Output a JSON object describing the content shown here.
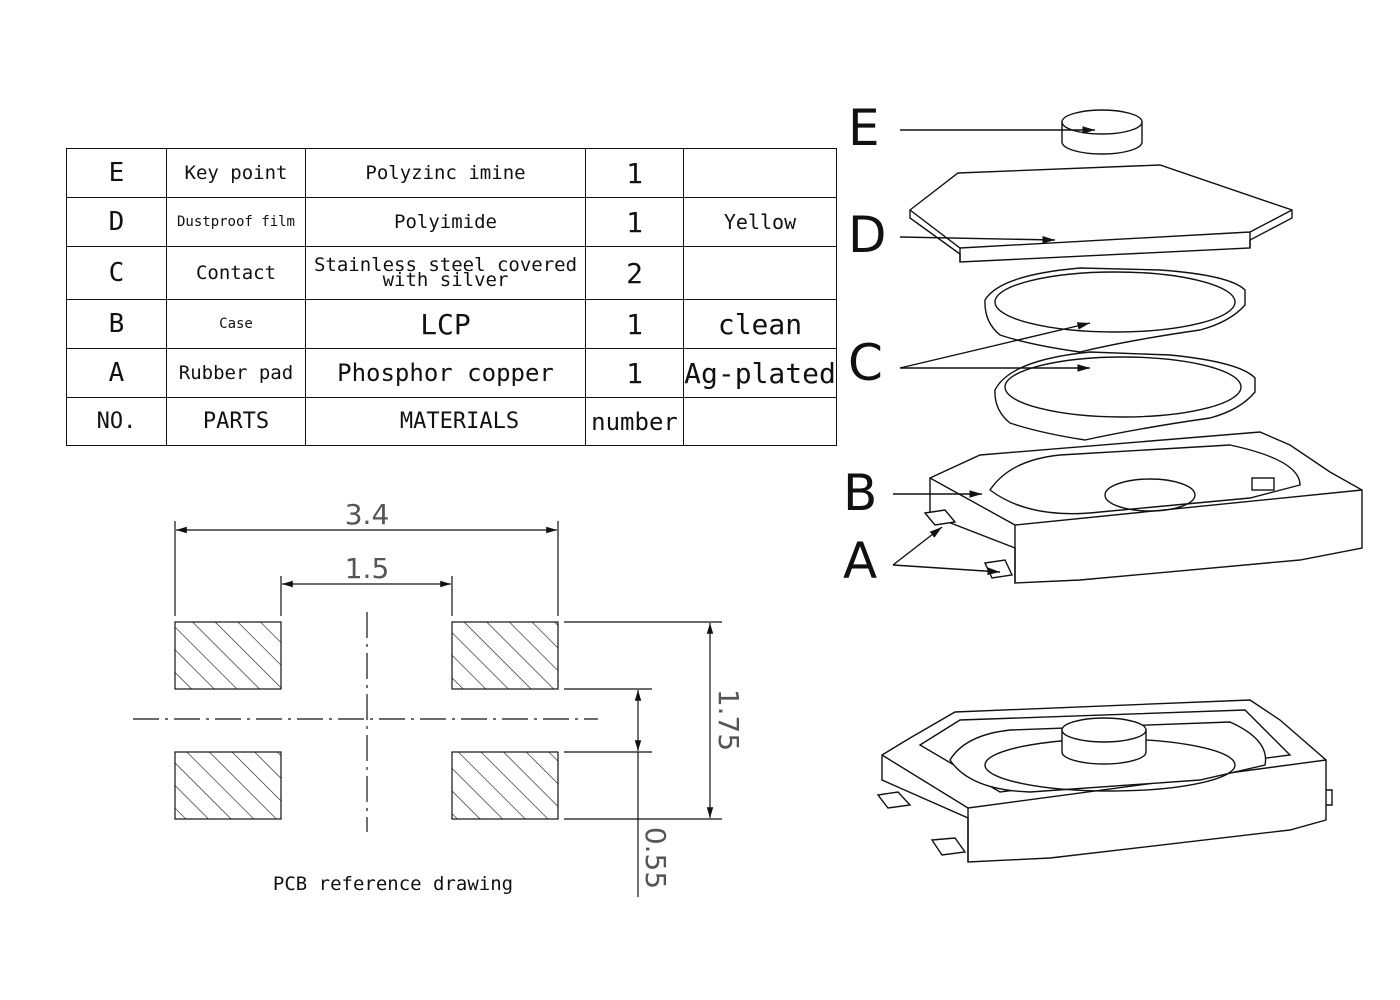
{
  "table": {
    "rows": [
      {
        "no": "E",
        "part": "Key point",
        "material": "Polyzinc imine",
        "number": "1",
        "note": ""
      },
      {
        "no": "D",
        "part": "Dustproof film",
        "material": "Polyimide",
        "number": "1",
        "note": "Yellow"
      },
      {
        "no": "C",
        "part": "Contact",
        "material_line1": "Stainless steel covered",
        "material_line2": "with silver",
        "number": "2",
        "note": ""
      },
      {
        "no": "B",
        "part": "Case",
        "material": "LCP",
        "number": "1",
        "note": "clean"
      },
      {
        "no": "A",
        "part": "Rubber pad",
        "material": "Phosphor copper",
        "number": "1",
        "note": "Ag-plated"
      }
    ],
    "header": {
      "no": "NO.",
      "part": "PARTS",
      "material": "MATERIALS",
      "number": "number",
      "note": ""
    }
  },
  "pcb": {
    "dim_width_total": "3.4",
    "dim_inner_gap": "1.5",
    "dim_height_total": "1.75",
    "dim_pad_gap": "0.55",
    "caption": "PCB reference drawing"
  },
  "exploded_labels": {
    "e": "E",
    "d": "D",
    "c": "C",
    "b": "B",
    "a": "A"
  }
}
